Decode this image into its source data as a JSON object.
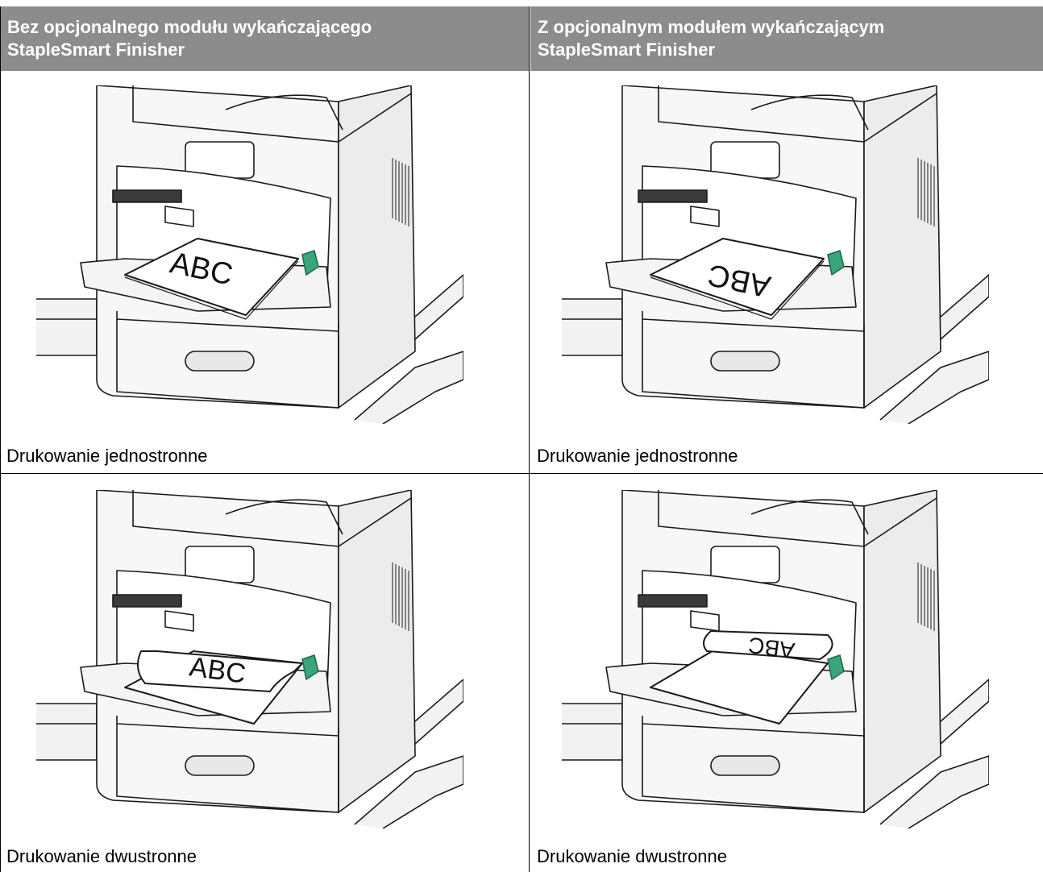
{
  "table": {
    "headers": [
      {
        "line1": "Bez opcjonalnego modułu wykańczającego",
        "line2": "StapleSmart Finisher"
      },
      {
        "line1": "Z opcjonalnym modułem wykańczającym",
        "line2": "StapleSmart Finisher"
      }
    ],
    "cells": [
      {
        "caption": "Drukowanie jednostronne",
        "paper_text": "ABC"
      },
      {
        "caption": "Drukowanie jednostronne",
        "paper_text": "ABC"
      },
      {
        "caption": "Drukowanie dwustronne",
        "paper_text": "ABC"
      },
      {
        "caption": "Drukowanie dwustronne",
        "paper_text": "ABC"
      }
    ]
  },
  "colors": {
    "header_bg": "#8c8c8c",
    "header_text": "#ffffff",
    "accent_green": "#3aa57a"
  }
}
